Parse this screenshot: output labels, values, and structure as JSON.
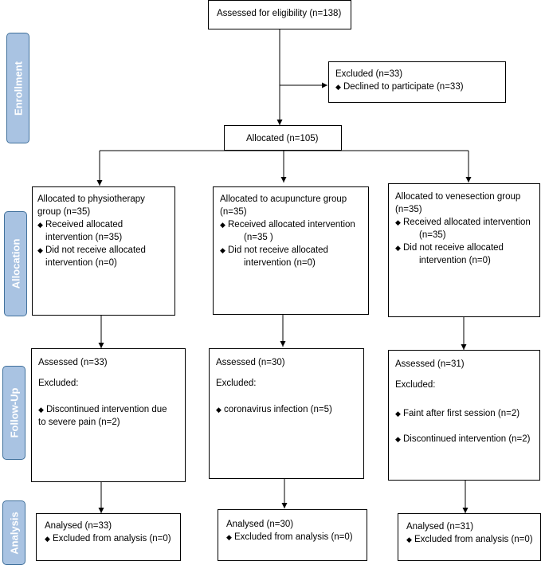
{
  "stages": {
    "enrollment": "Enrollment",
    "allocation": "Allocation",
    "follow_up": "Follow-Up",
    "analysis": "Analysis"
  },
  "assessed": "Assessed for eligibility (n=138)",
  "excluded": {
    "title": "Excluded (n=33)",
    "items": [
      "Declined to participate (n=33)"
    ]
  },
  "allocated": "Allocated (n=105)",
  "arms": [
    {
      "allocation_line1": "Allocated to physiotherapy",
      "allocation_line2": "group (n=35)",
      "received_line1": "Received allocated",
      "received_line2": "intervention (n=35)",
      "not_received_line1": "Did not receive allocated",
      "not_received_line2": "intervention (n=0)",
      "followup_assessed": "Assessed (n=33)",
      "followup_excluded_label": "Excluded:",
      "followup_items": [
        {
          "line1": "Discontinued intervention due",
          "line2": "to severe pain (n=2)"
        }
      ],
      "analysed": "Analysed (n=33)",
      "excluded_analysis": "Excluded from analysis (n=0)"
    },
    {
      "allocation_line1": "Allocated to acupuncture group",
      "allocation_line2": "(n=35)",
      "received_line1": "Received allocated intervention",
      "received_line2": "(n=35 )",
      "not_received_line1": "Did not receive allocated",
      "not_received_line2": "intervention (n=0)",
      "followup_assessed": "Assessed (n=30)",
      "followup_excluded_label": "Excluded:",
      "followup_items": [
        {
          "line1": "coronavirus infection (n=5)",
          "line2": ""
        }
      ],
      "analysed": "Analysed (n=30)",
      "excluded_analysis": "Excluded from analysis (n=0)"
    },
    {
      "allocation_line1": "Allocated to venesection group",
      "allocation_line2": "(n=35)",
      "received_line1": "Received allocated intervention",
      "received_line2": "(n=35)",
      "not_received_line1": "Did not receive allocated",
      "not_received_line2": "intervention (n=0)",
      "followup_assessed": "Assessed (n=31)",
      "followup_excluded_label": "Excluded:",
      "followup_items": [
        {
          "line1": "Faint after first session (n=2)",
          "line2": ""
        },
        {
          "line1": "Discontinued intervention (n=2)",
          "line2": ""
        }
      ],
      "analysed": "Analysed (n=31)",
      "excluded_analysis": "Excluded from analysis (n=0)"
    }
  ],
  "colors": {
    "stage_fill": "#a9c3e2",
    "stage_border": "#41719c",
    "stage_text": "#ffffff",
    "line": "#000000"
  }
}
